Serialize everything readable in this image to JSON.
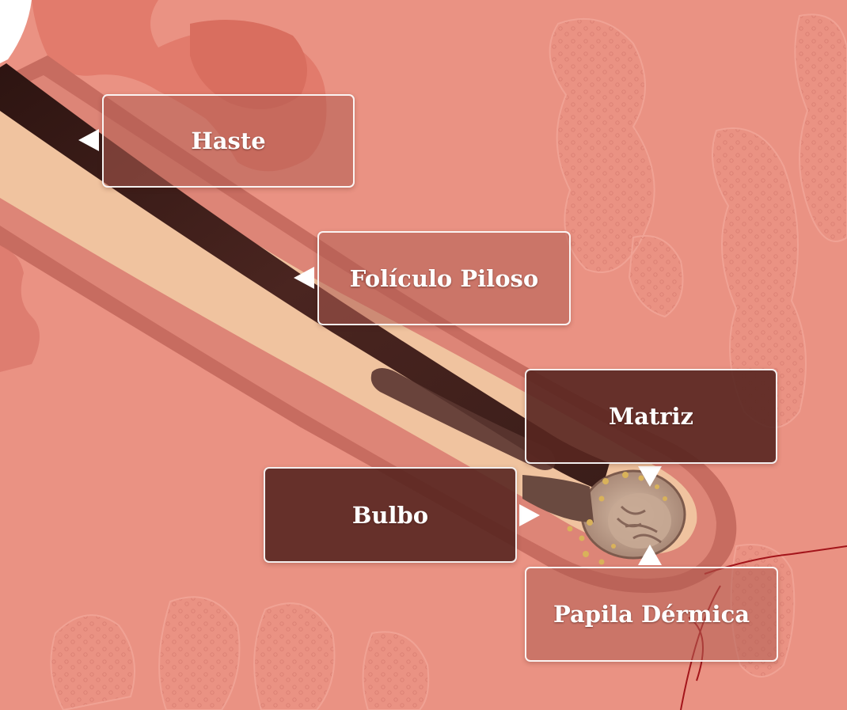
{
  "colors": {
    "skin": "#ea9283",
    "hair_shaft": "#3a1d19",
    "sheath": "#f0c39f",
    "follicle_outline": "#b15f56",
    "label_light": "#b05c52",
    "label_dark": "#582620",
    "blood_vessel": "#a3141a"
  },
  "labels": {
    "haste": "Haste",
    "foliculo": "Folículo Piloso",
    "matriz": "Matriz",
    "bulbo": "Bulbo",
    "papila": "Papila Dérmica"
  }
}
